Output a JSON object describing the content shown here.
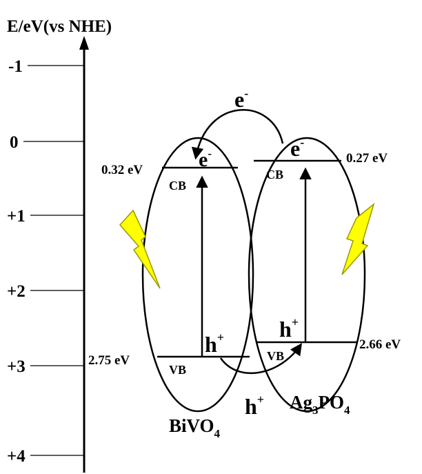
{
  "axis": {
    "title": "E/eV(vs NHE)",
    "ticks": [
      "-1",
      "0",
      "+1",
      "+2",
      "+3",
      "+4"
    ]
  },
  "bivo4": {
    "name_main": "BiVO",
    "name_sub": "4",
    "cb_label": "CB",
    "vb_label": "VB",
    "cb_value": "0.32 eV",
    "vb_value": "2.75 eV",
    "electron": "e",
    "electron_sup": "-",
    "hole": "h",
    "hole_sup": "+"
  },
  "ag3po4": {
    "name_a": "Ag",
    "name_sub1": "3",
    "name_b": "PO",
    "name_sub2": "4",
    "cb_label": "CB",
    "vb_label": "VB",
    "cb_value": "0.27 eV",
    "vb_value": "2.66 eV",
    "electron": "e",
    "electron_sup": "-",
    "hole": "h",
    "hole_sup": "+"
  },
  "transfer": {
    "electron": "e",
    "electron_sup": "-",
    "hole": "h",
    "hole_sup": "+"
  },
  "colors": {
    "lightning_fill": "#ffff00",
    "lightning_stroke": "#999900",
    "line": "#000000"
  }
}
